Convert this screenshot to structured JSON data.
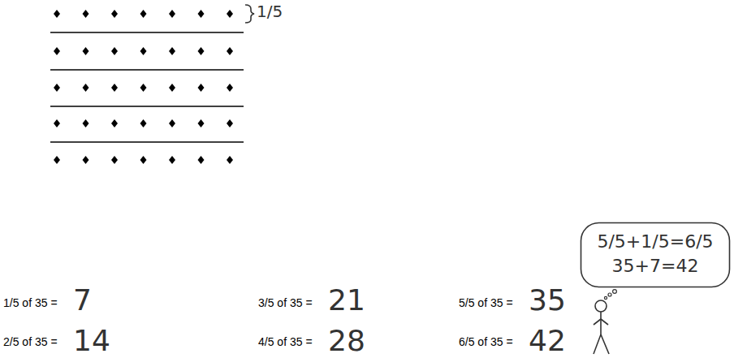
{
  "diagram": {
    "nodes": [
      {
        "text": [
          "5/5+1/5=6/5",
          "35+7=42"
        ]
      }
    ],
    "labels": [
      "1/5",
      "1/5 of 35 =",
      "7",
      "2/5 of 35 =",
      "14",
      "3/5 of 35 =",
      "21",
      "4/5 of 35 =",
      "28",
      "5/5 of 35 =",
      "35",
      "6/5 of 35 =",
      "42"
    ]
  }
}
